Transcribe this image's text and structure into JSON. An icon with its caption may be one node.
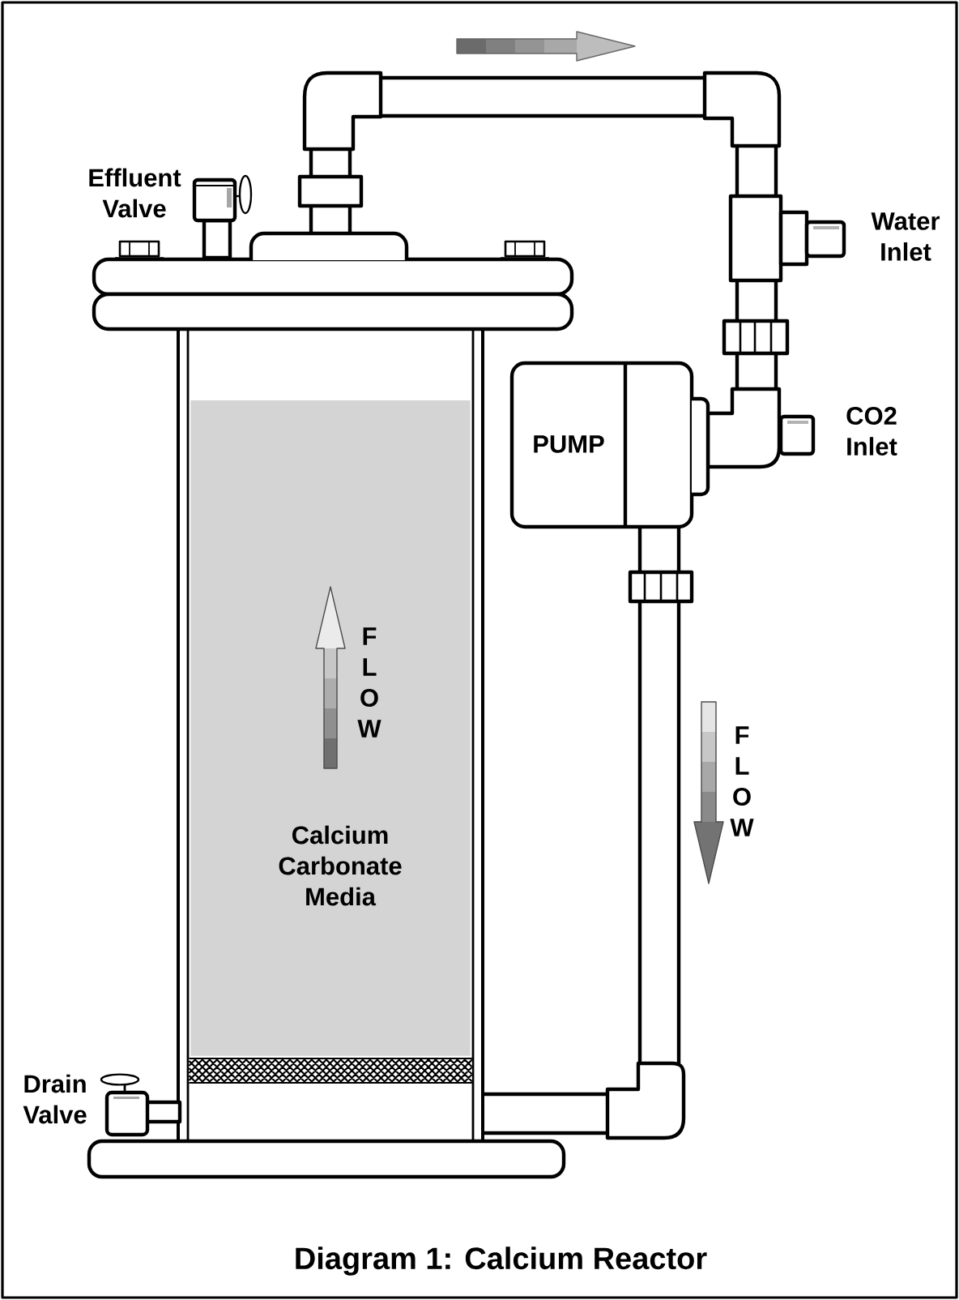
{
  "diagram": {
    "caption": "Diagram 1: Calcium Reactor",
    "nodes": [
      {
        "text": [
          "PUMP"
        ]
      },
      {
        "text": [
          "Calcium Carbonate Media"
        ]
      }
    ],
    "labels": [
      "Effluent Valve",
      "Water Inlet",
      "CO2 Inlet",
      "FLOW",
      "FLOW",
      "Drain Valve"
    ]
  }
}
